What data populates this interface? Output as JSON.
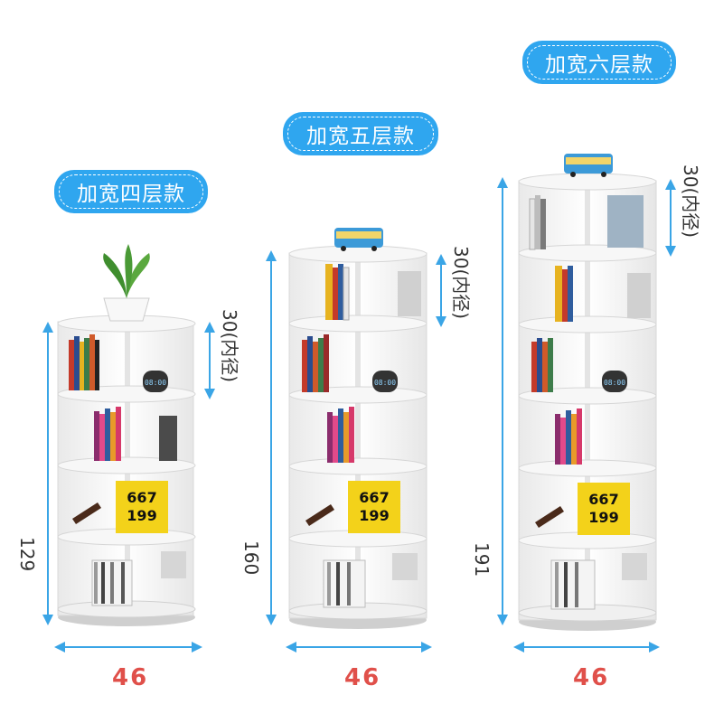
{
  "badges": {
    "four": "加宽四层款",
    "five": "加宽五层款",
    "six": "加宽六层款"
  },
  "dimensions": {
    "inner_height": "30(内径)",
    "height_four": "129",
    "height_five": "160",
    "height_six": "191",
    "width": "46"
  },
  "book_cover": {
    "line1": "667",
    "line2": "199"
  },
  "clock_time": "08:00",
  "colors": {
    "badge": "#2fa6ef",
    "arrow": "#3aa5e6",
    "width_text": "#e0504a",
    "cover": "#f3d21a"
  }
}
